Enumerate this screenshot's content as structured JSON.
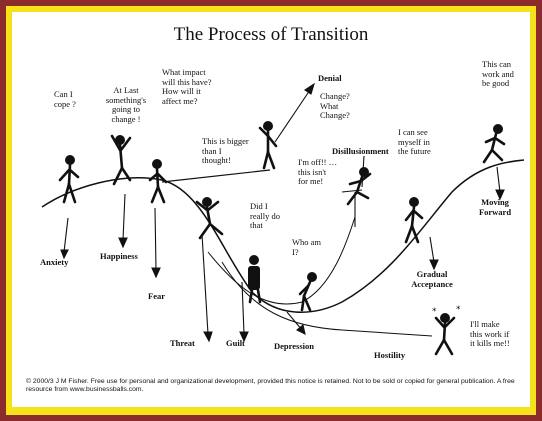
{
  "title": "The Process of Transition",
  "stages": {
    "anxiety": "Anxiety",
    "happiness": "Happiness",
    "fear": "Fear",
    "threat": "Threat",
    "guilt": "Guilt",
    "depression": "Depression",
    "hostility": "Hostility",
    "gradual_acceptance": "Gradual Acceptance",
    "moving_forward": "Moving Forward",
    "denial": "Denial",
    "disillusionment": "Disillusionment"
  },
  "quotes": {
    "can_i_cope": "Can I cope ?",
    "at_last": "At Last something's going to change !",
    "what_impact": "What impact will this have? How will it affect me?",
    "bigger": "This is bigger than I thought!",
    "change": "Change? What Change?",
    "im_off": "I'm off!! … this isn't for me!",
    "did_i": "Did I really do that",
    "who_am_i": "Who am I?",
    "see_myself": "I can see myself in the future",
    "this_can_work": "This can work and be good",
    "make_this_work": "I'll make this work if it kills me!!"
  },
  "footer": "© 2000/3 J M Fisher.  Free use for personal and organizational development, provided this notice is retained.  Not to be sold or copied for general publication.  A free resource from www.businessballs.com.",
  "colors": {
    "outer_border": "#8b2b2b",
    "inner_border": "#f5e21a",
    "background": "#ffffff",
    "ink": "#111111"
  }
}
